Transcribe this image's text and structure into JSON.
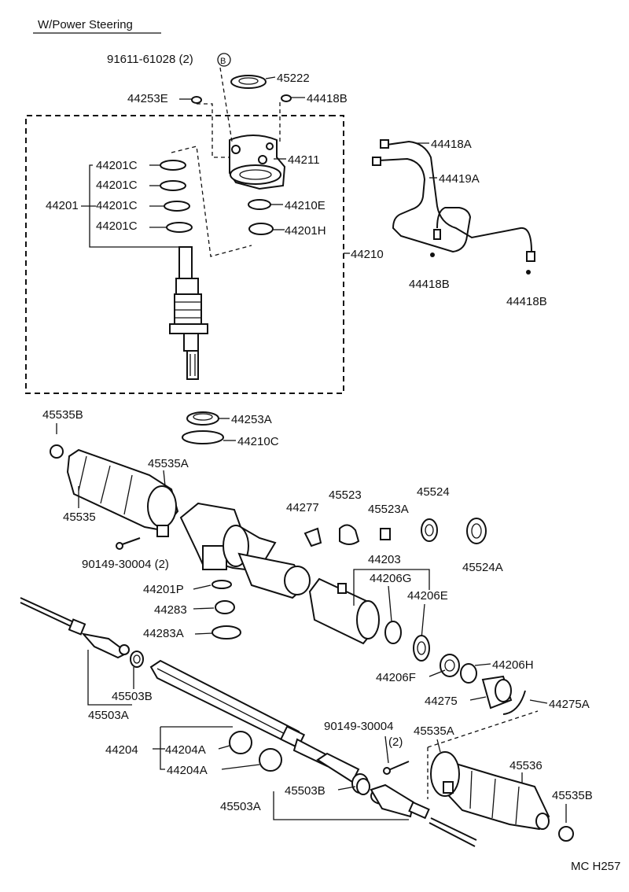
{
  "title": "W/Power Steering",
  "diagram_code": "MC H257",
  "labels": {
    "bolt_91611": "91611-61028 (2)",
    "circle_b": "B",
    "p45222": "45222",
    "p44253E": "44253E",
    "p44418B_top": "44418B",
    "p44201C_1": "44201C",
    "p44201C_2": "44201C",
    "p44201C_3": "44201C",
    "p44201C_4": "44201C",
    "p44201": "44201",
    "p44211": "44211",
    "p44210E": "44210E",
    "p44201H": "44201H",
    "p44210": "44210",
    "p44418A": "44418A",
    "p44419A": "44419A",
    "p44418B_left": "44418B",
    "p44418B_right": "44418B",
    "p45535B_top": "45535B",
    "p44253A": "44253A",
    "p44210C": "44210C",
    "p45535A_top": "45535A",
    "p45535": "45535",
    "p44277": "44277",
    "p45523": "45523",
    "p45523A": "45523A",
    "p45524": "45524",
    "p45524A": "45524A",
    "p90149_left": "90149-30004 (2)",
    "p44203": "44203",
    "p44206G": "44206G",
    "p44206E": "44206E",
    "p44201P": "44201P",
    "p44283": "44283",
    "p44283A": "44283A",
    "p44206H": "44206H",
    "p44206F": "44206F",
    "p44275": "44275",
    "p44275A": "44275A",
    "p45503B_left": "45503B",
    "p45503A_left": "45503A",
    "p90149_right_1": "90149-30004",
    "p90149_right_2": "(2)",
    "p45535A_bottom": "45535A",
    "p44204": "44204",
    "p44204A_1": "44204A",
    "p44204A_2": "44204A",
    "p45536": "45536",
    "p45535B_bottom": "45535B",
    "p45503B_bottom": "45503B",
    "p45503A_bottom": "45503A"
  }
}
